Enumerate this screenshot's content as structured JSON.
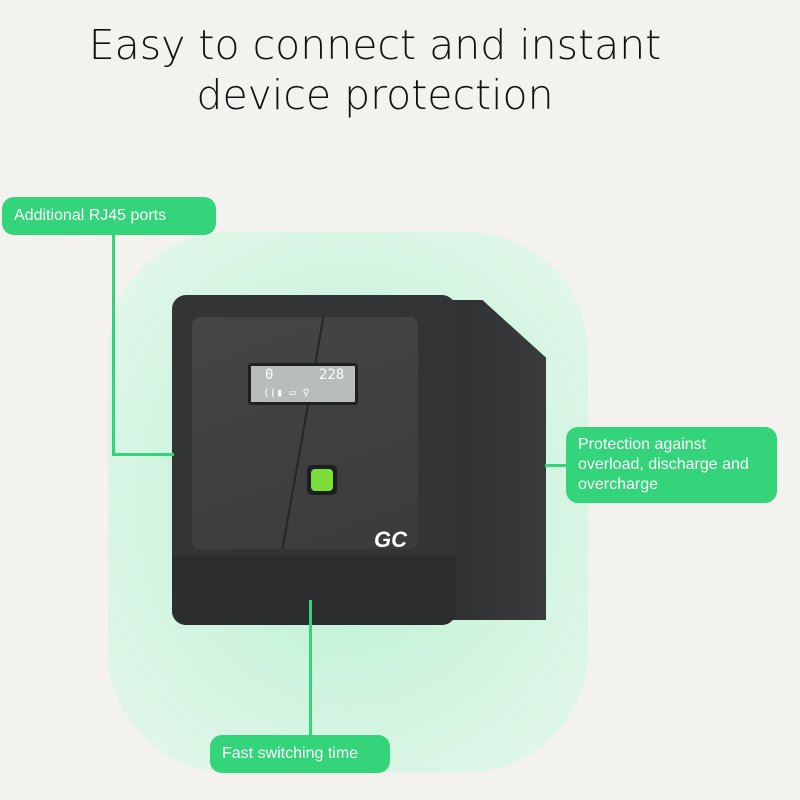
{
  "headline": {
    "line1": "Easy to connect and instant",
    "line2": "device protection"
  },
  "product": {
    "logo": "GC",
    "lcd": {
      "input_value": "0",
      "output_value": "228"
    }
  },
  "callouts": [
    {
      "label": "Additional RJ45 ports"
    },
    {
      "label": "Protection against overload, discharge and overcharge"
    },
    {
      "label": "Fast switching time"
    }
  ],
  "colors": {
    "accent": "#33d47a",
    "power_button": "#7dde3a",
    "background": "#f3f2ef"
  }
}
